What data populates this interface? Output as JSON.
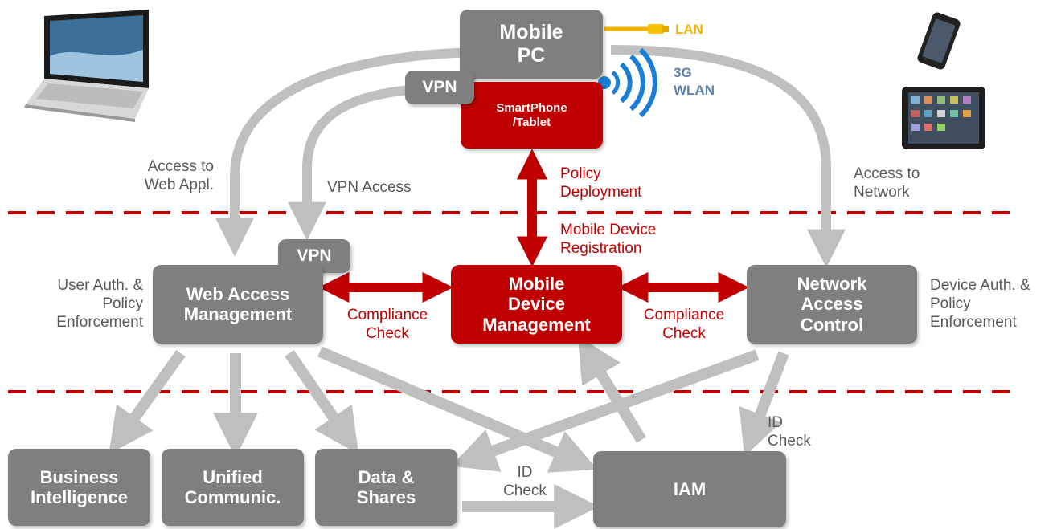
{
  "boxes": {
    "mobile_pc": [
      "Mobile",
      "PC"
    ],
    "vpn_top": "VPN",
    "smartphone": [
      "SmartPhone",
      "/Tablet"
    ],
    "vpn_mid": "VPN",
    "web_access": [
      "Web Access",
      "Management"
    ],
    "mdm": [
      "Mobile",
      "Device",
      "Management"
    ],
    "nac": [
      "Network",
      "Access",
      "Control"
    ],
    "bi": [
      "Business",
      "Intelligence"
    ],
    "uc": [
      "Unified",
      "Communic."
    ],
    "data": [
      "Data &",
      "Shares"
    ],
    "iam": "IAM"
  },
  "labels": {
    "lan": "LAN",
    "wireless": [
      "3G",
      "WLAN"
    ],
    "access_web": [
      "Access to",
      "Web Appl."
    ],
    "vpn_access": "VPN Access",
    "policy_deploy": [
      "Policy",
      "Deployment"
    ],
    "mdm_reg": [
      "Mobile Device",
      "Registration"
    ],
    "access_net": [
      "Access to",
      "Network"
    ],
    "user_auth": [
      "User Auth. &",
      "Policy",
      "Enforcement"
    ],
    "device_auth": [
      "Device Auth. &",
      "Policy",
      "Enforcement"
    ],
    "compliance_left": [
      "Compliance",
      "Check"
    ],
    "compliance_right": [
      "Compliance",
      "Check"
    ],
    "id_check_bottom": [
      "ID",
      "Check"
    ],
    "id_check_right": [
      "ID",
      "Check"
    ]
  },
  "colors": {
    "gray_box": "#7f7f7f",
    "red_box": "#c00000",
    "arrow_gray": "#bfbfbf",
    "arrow_red": "#c00000",
    "lan_text": "#f0b400",
    "wireless_text": "#5b7fa6",
    "dashed_line": "#c00000"
  },
  "icons": [
    "laptop-icon",
    "smartphone-icon",
    "tablet-icon",
    "lan-cable-icon",
    "wireless-signal-icon"
  ]
}
